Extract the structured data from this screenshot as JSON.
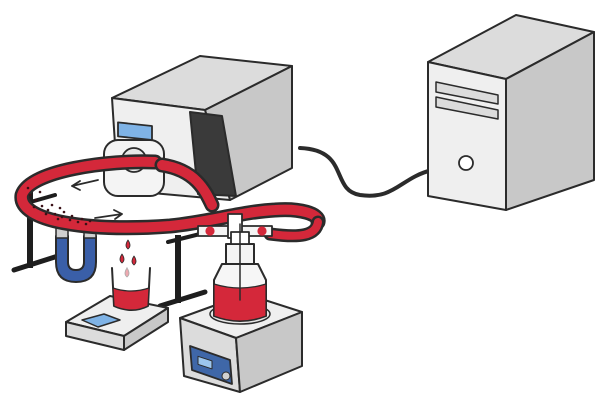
{
  "illustration": {
    "components": [
      "peristaltic-pump",
      "computer-tower",
      "tubing-loop",
      "magnet",
      "ring-stand",
      "collection-beaker",
      "laboratory-balance",
      "reservoir-bottle",
      "magnetic-stirrer"
    ]
  },
  "colors": {
    "outline": "#2b2b2b",
    "device_light": "#efefef",
    "device_mid": "#dcdcdc",
    "device_dark": "#c8c8c8",
    "blood": "#d4283a",
    "blood_dark": "#a41827",
    "display_blue": "#7fb3e6",
    "panel_blue": "#3f67a8",
    "magnet_blue": "#3a5fa8",
    "particles": "#3a1016"
  }
}
